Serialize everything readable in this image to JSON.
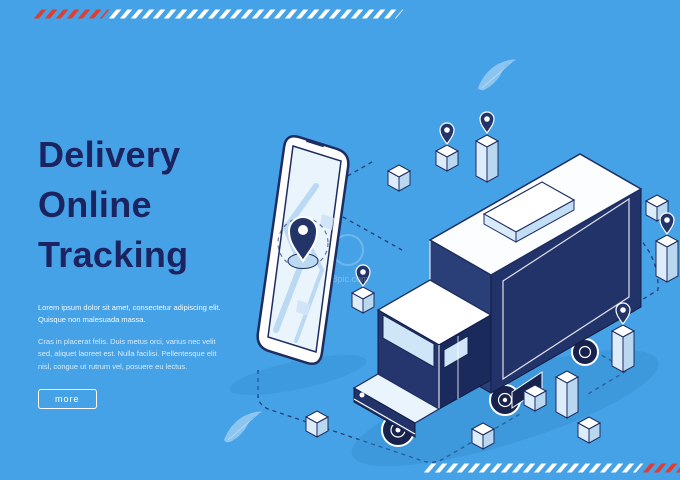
{
  "banner": {
    "title_lines": [
      "Delivery",
      "Online",
      "Tracking"
    ],
    "paragraphs": [
      "Lorem ipsum dolor sit amet, consectetur adipiscing elit. Quisque non malesuada massa.",
      "Cras in placerat felis. Duis metus orci, varius nec velit sed, aliquet laoreet est. Nulla facilisi. Pellentesque elit nisl, congue ut rutrum vel, posuere eu lectus."
    ],
    "more_label": "more"
  },
  "watermark": {
    "site_text": "58pic.com"
  },
  "colors": {
    "background": "#46a2e6",
    "title_navy": "#1b2460",
    "line_navy": "#1e2d61",
    "accent_red": "#e23b30",
    "white": "#ffffff",
    "light_blue": "#bcd9f2"
  },
  "icons": {
    "map-pin-icon": "teardrop location marker",
    "package-box-icon": "isometric parcel cube",
    "pillar-box-icon": "tall isometric crate",
    "route-dashed-line": "dashed navy route path",
    "feather-watermark-icon": "white quill feather",
    "smartphone-illustration": "isometric phone with tracking map",
    "delivery-truck-illustration": "isometric box truck"
  }
}
